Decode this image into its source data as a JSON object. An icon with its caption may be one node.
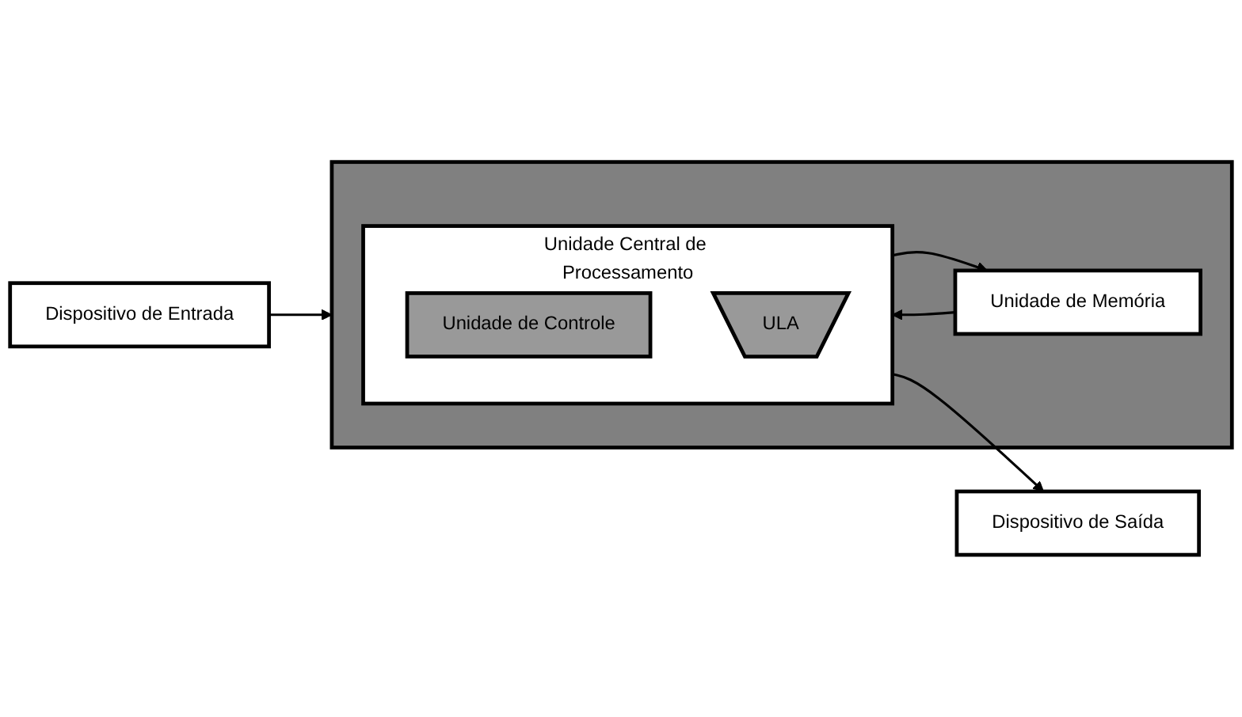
{
  "diagram": {
    "nodes": [
      {
        "text": [],
        "shape": "box"
      },
      {
        "text": [
          "Unidade Central de Processamento"
        ],
        "in": 0
      },
      {
        "text": [
          "Unidade de Controle"
        ],
        "in": 1
      },
      {
        "text": [
          "ULA"
        ],
        "in": 1
      },
      {
        "text": [
          "Unidade de Memória"
        ],
        "in": 0
      },
      {
        "text": [
          "Dispositivo de Entrada"
        ]
      },
      {
        "text": [
          "Dispositivo de Saída"
        ]
      }
    ],
    "edges": [
      {
        "from": 5,
        "to": 0,
        "arrow": "to"
      },
      {
        "from": 1,
        "to": 6,
        "arrow": "to"
      },
      {
        "from": 1,
        "to": 4,
        "arrow": "to"
      },
      {
        "from": 4,
        "to": 1,
        "arrow": "to"
      }
    ]
  }
}
